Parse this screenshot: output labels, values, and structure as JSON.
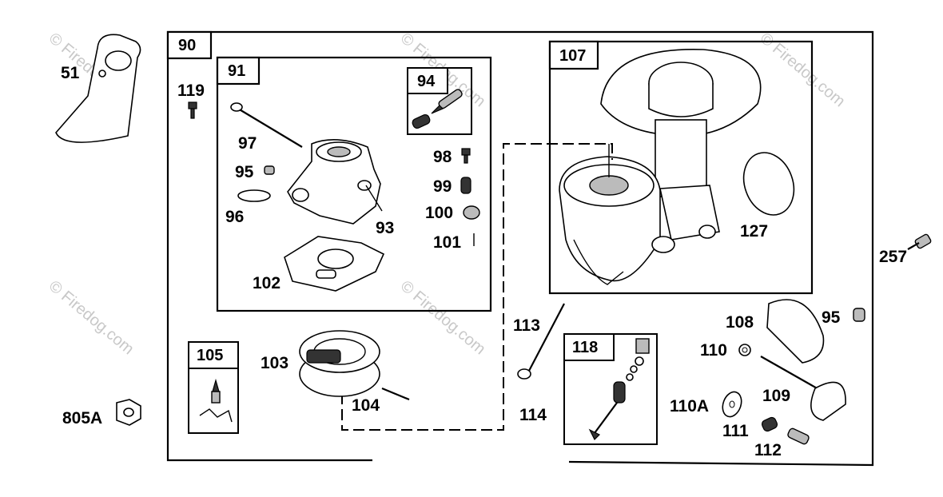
{
  "watermark": "© Firedog.com",
  "boxes": {
    "b90": "90",
    "b91": "91",
    "b94": "94",
    "b105": "105",
    "b107": "107",
    "b118": "118"
  },
  "parts": {
    "p51": "51",
    "p119": "119",
    "p97": "97",
    "p95a": "95",
    "p96": "96",
    "p93": "93",
    "p102": "102",
    "p98": "98",
    "p99": "99",
    "p100": "100",
    "p101": "101",
    "p103": "103",
    "p104": "104",
    "p805a": "805A",
    "p113": "113",
    "p114": "114",
    "p127": "127",
    "p257": "257",
    "p108": "108",
    "p95b": "95",
    "p110": "110",
    "p110a": "110A",
    "p109": "109",
    "p111": "111",
    "p112": "112"
  }
}
